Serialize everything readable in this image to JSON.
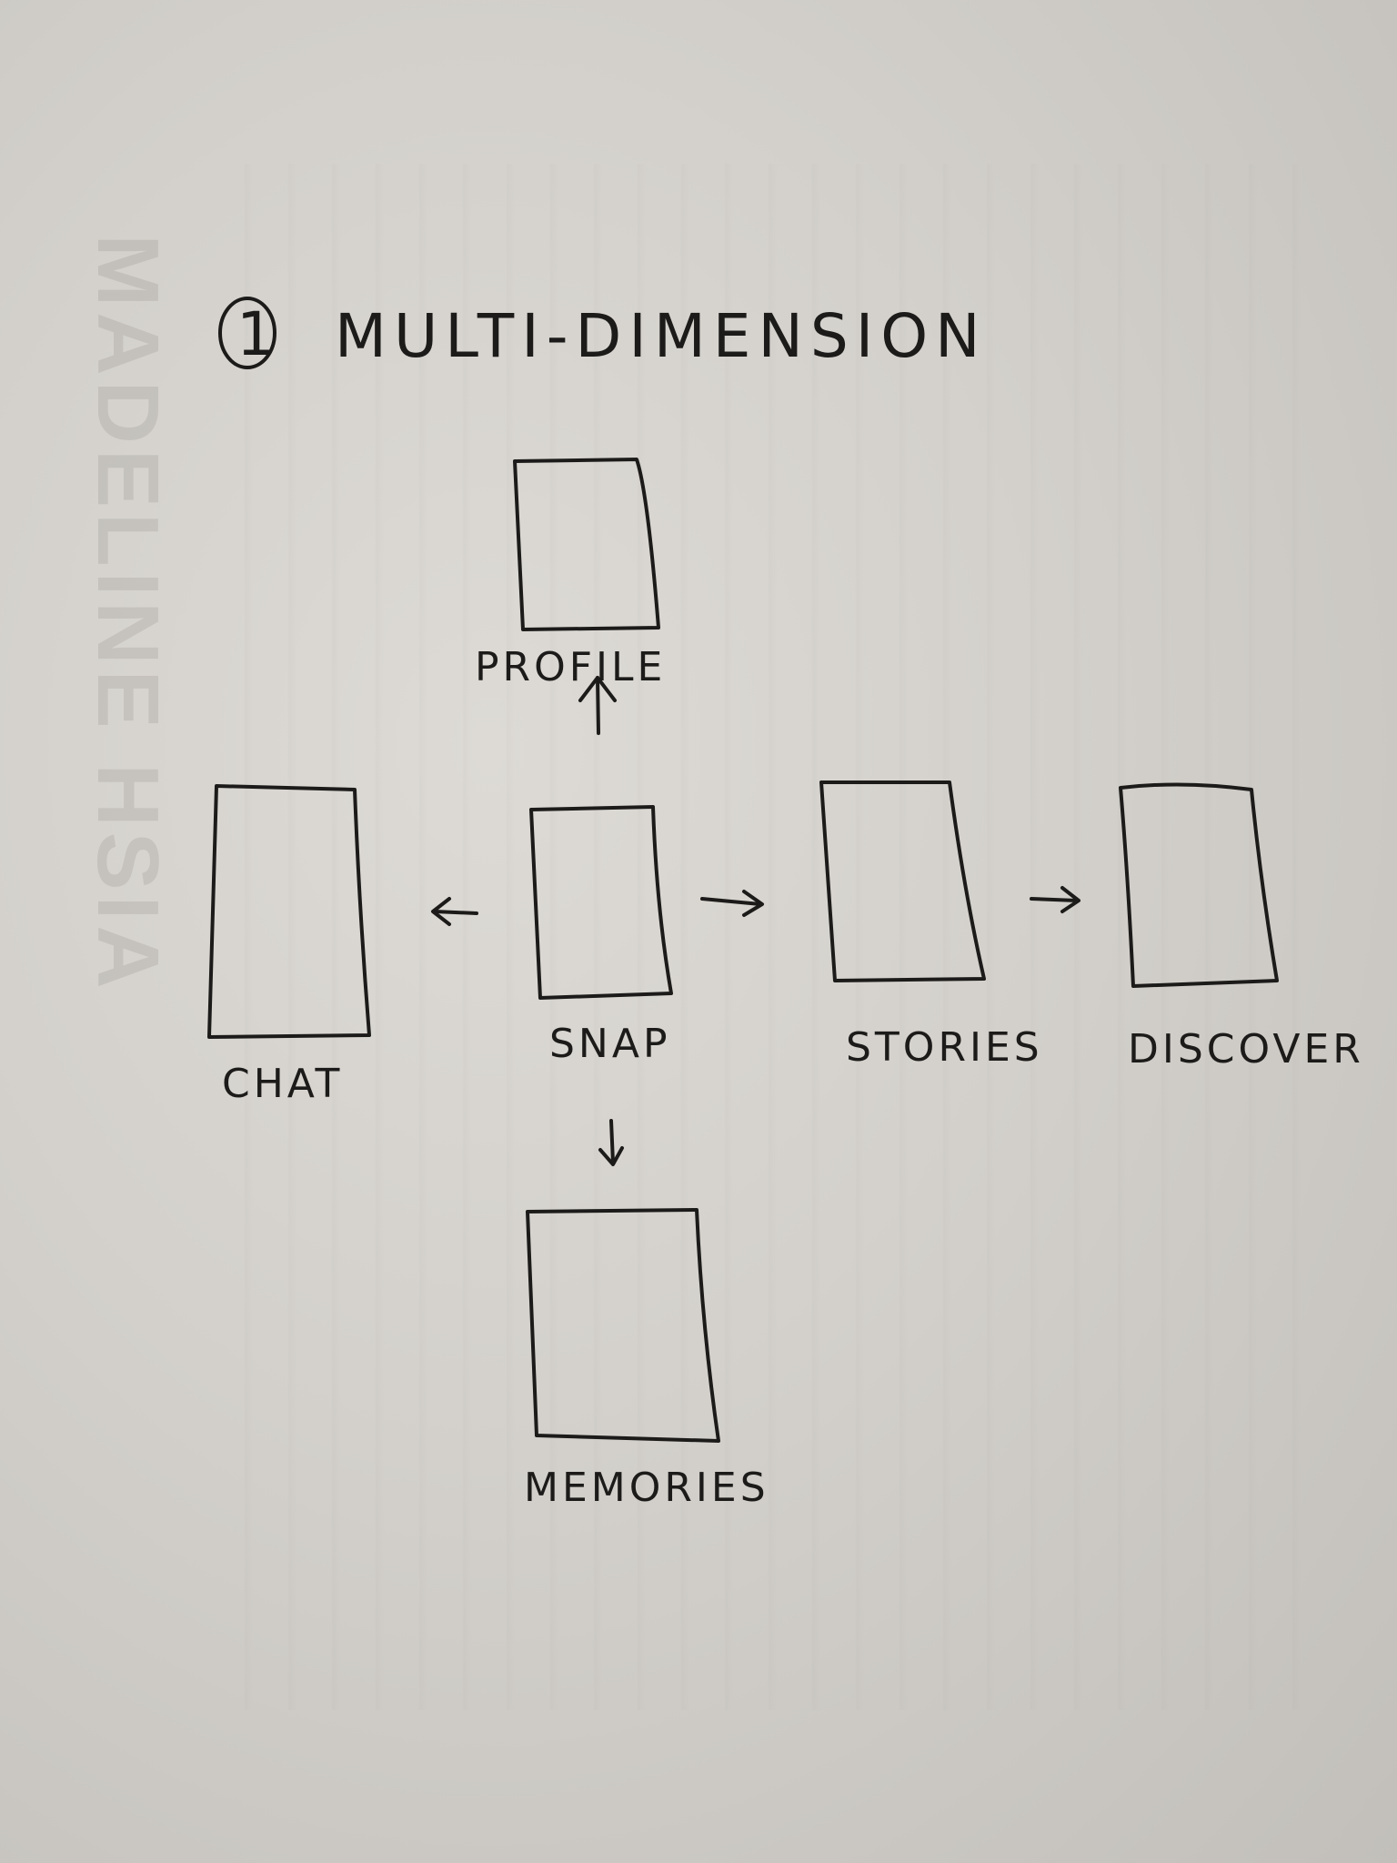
{
  "title": {
    "number": "1",
    "text": "MULTI-DIMENSION"
  },
  "screens": {
    "profile": "PROFILE",
    "chat": "CHAT",
    "snap": "SNAP",
    "stories": "STORIES",
    "discover": "DISCOVER",
    "memories": "MEMORIES"
  },
  "ghost_text": {
    "banner": "MADELINE HSIA"
  },
  "colors": {
    "ink": "#1c1b1a",
    "paper": "#d8d5d0"
  }
}
